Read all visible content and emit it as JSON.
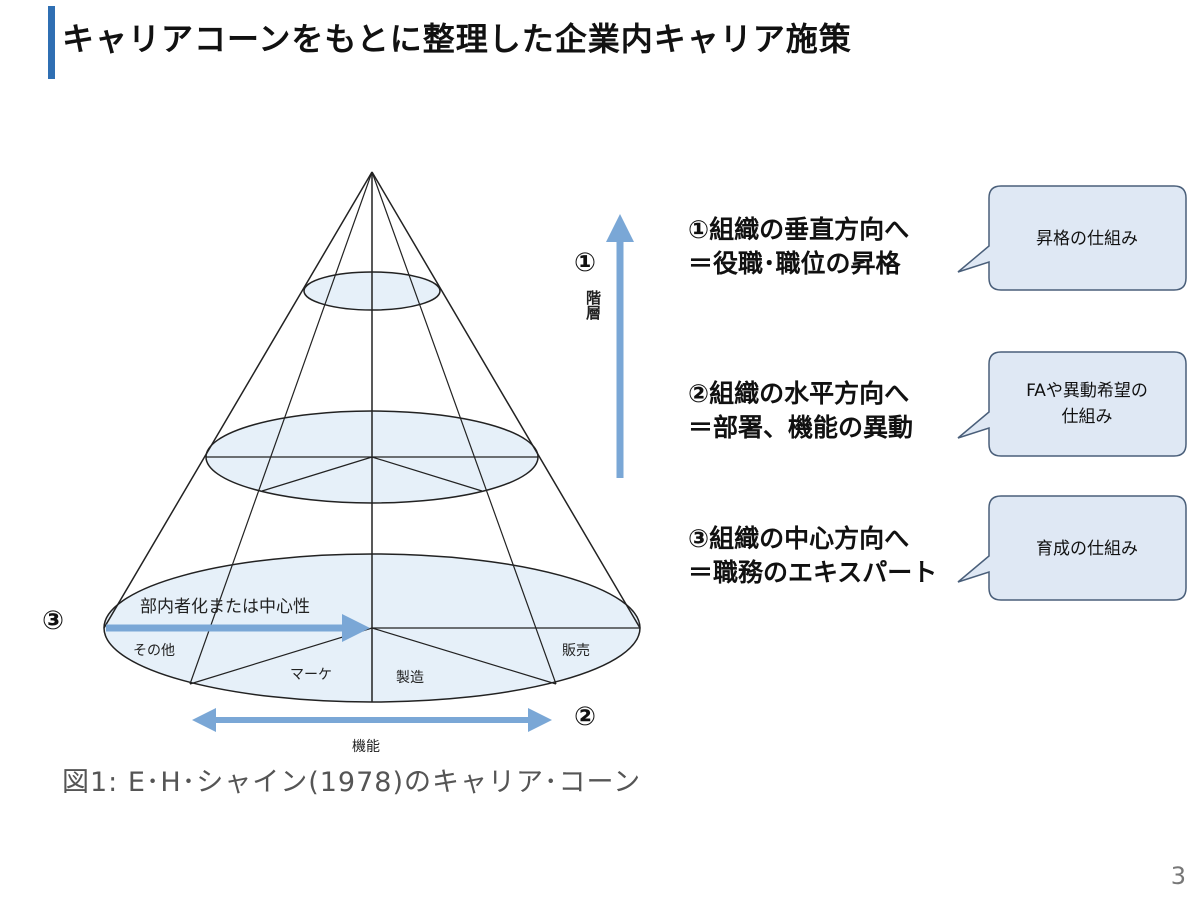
{
  "title": "キャリアコーンをもとに整理した企業内キャリア施策",
  "figure": {
    "caption": "図1: E･H･シャイン(1978)のキャリア･コーン",
    "axis_vertical_label": "階層",
    "axis_horizontal_label": "機能",
    "centrality_label": "部内者化または中心性",
    "segments": {
      "other": "その他",
      "marketing": "マーケ",
      "manufacturing": "製造",
      "sales": "販売"
    },
    "markers": {
      "vertical": "①",
      "horizontal": "②",
      "center": "③"
    }
  },
  "measures": [
    {
      "line1": "①組織の垂直方向へ",
      "line2": "＝役職･職位の昇格",
      "callout": [
        "昇格の仕組み"
      ]
    },
    {
      "line1": "②組織の水平方向へ",
      "line2": "＝部署、機能の異動",
      "callout": [
        "FAや異動希望の",
        "仕組み"
      ]
    },
    {
      "line1": "③組織の中心方向へ",
      "line2": "＝職務のエキスパート",
      "callout": [
        "育成の仕組み"
      ]
    }
  ],
  "page_number": "3",
  "colors": {
    "accent": "#2f6fb3",
    "arrow": "#7aa7d6",
    "callout_fill": "#dfe8f4",
    "callout_stroke": "#4a5f7a",
    "ellipse_fill": "#e6f0f9"
  }
}
